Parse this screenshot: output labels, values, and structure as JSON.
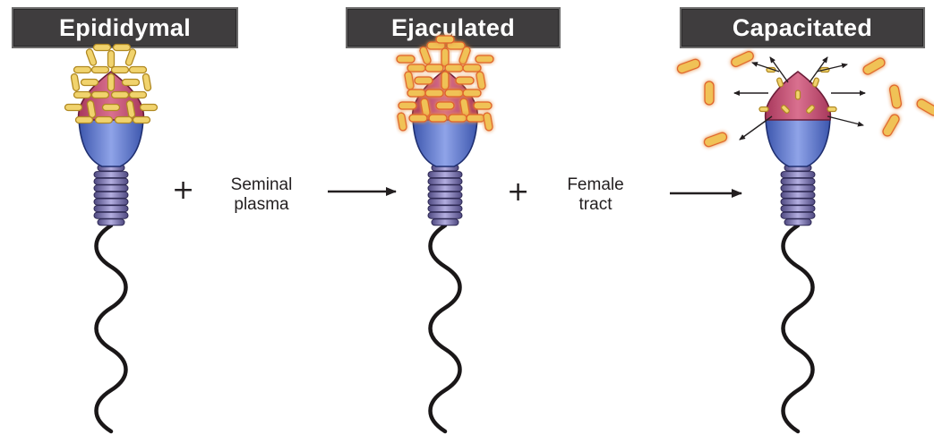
{
  "stages": {
    "epididymal": "Epididymal",
    "ejaculated": "Ejaculated",
    "capacitated": "Capacitated"
  },
  "transitions": {
    "first_plus": "+",
    "first_line1": "Seminal",
    "first_line2": "plasma",
    "second_plus": "+",
    "second_line1": "Female",
    "second_line2": "tract"
  },
  "colors": {
    "label_bg": "#3f3d3e",
    "acrosome": "#c44f73",
    "midpiece_head": "#5b72c4",
    "flagellum_rings": "#8a85b5",
    "coating_protein": "#e8c55a",
    "ejaculated_glow": "#e8742f"
  }
}
